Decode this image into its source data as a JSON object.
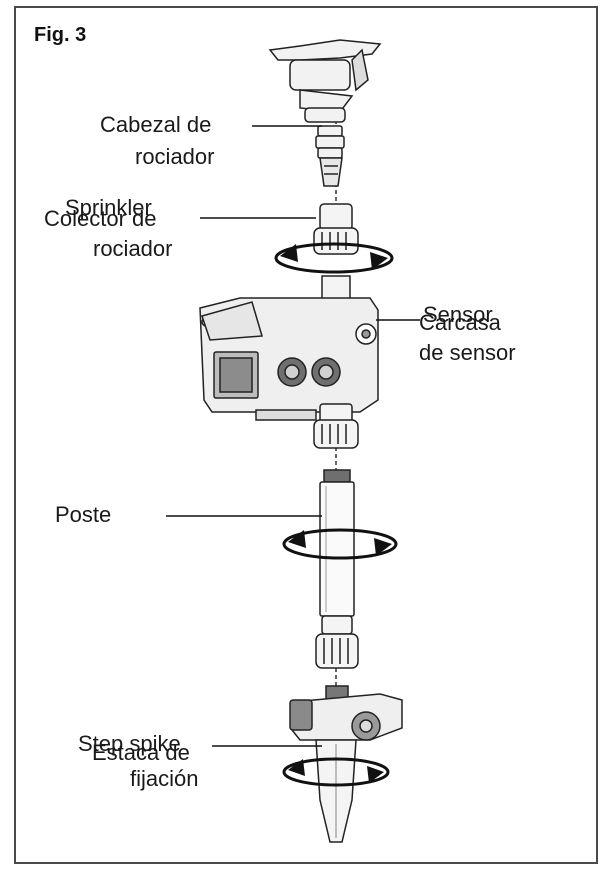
{
  "figure_label": "Fig. 3",
  "labels": {
    "sprinkler_head": [
      "Cabezal de",
      "rociador"
    ],
    "sprinkler_collector_en": "Sprinkler",
    "sprinkler_collector_es": [
      "Colector de",
      "rociador"
    ],
    "sensor_en": "Sensor",
    "sensor_housing_es": [
      "Carcasa",
      "de sensor"
    ],
    "post": "Poste",
    "step_spike_en": "Step spike",
    "step_spike_es": [
      "Estaca de",
      "fijación"
    ]
  },
  "icons": [
    "rotate-arrow-icon"
  ]
}
